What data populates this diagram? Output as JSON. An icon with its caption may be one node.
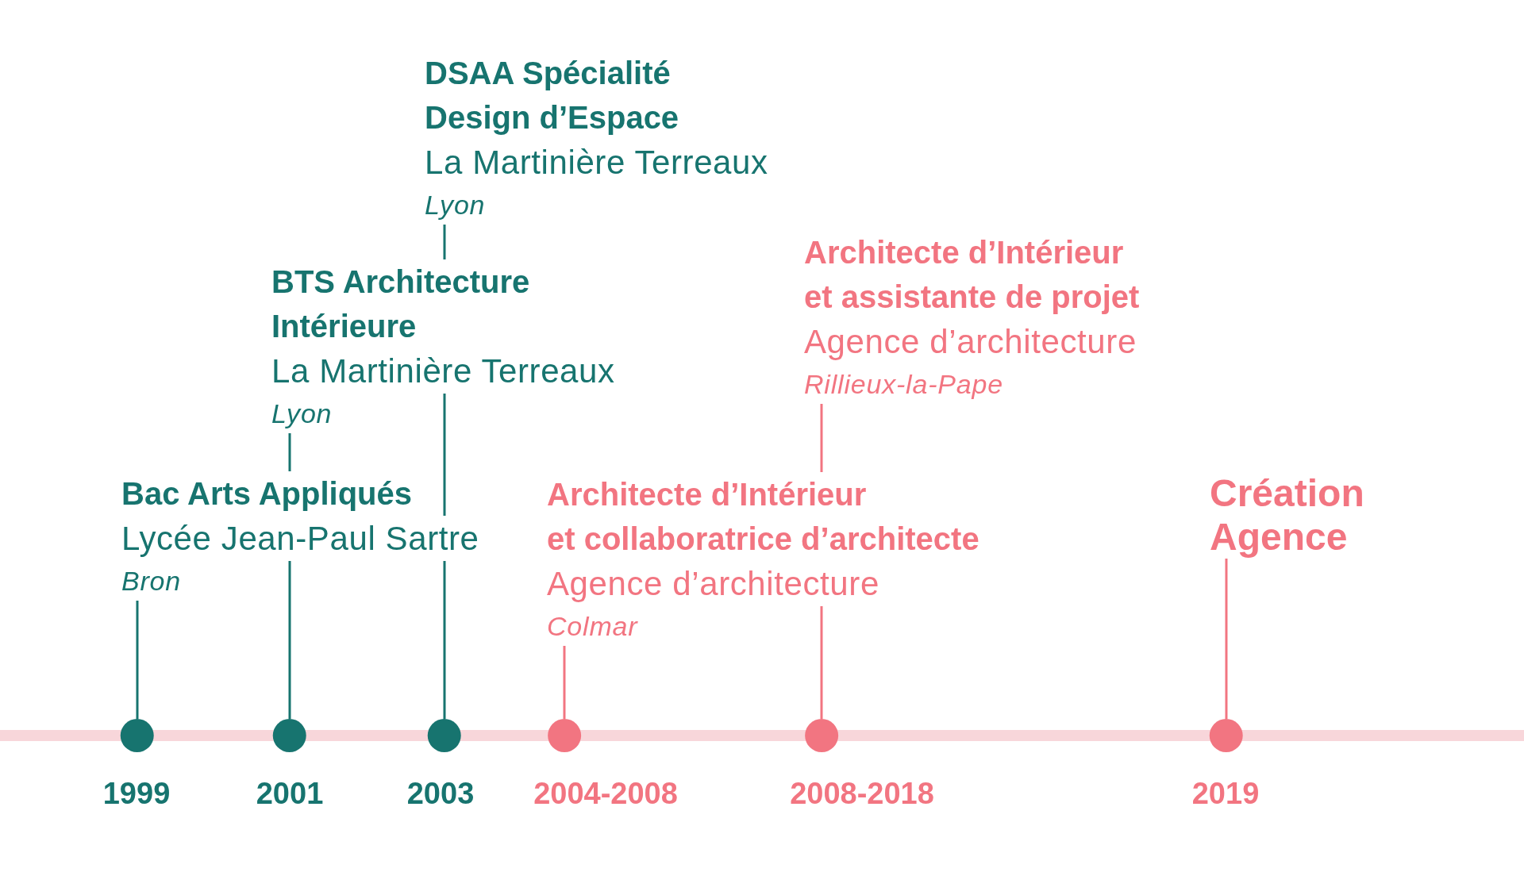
{
  "diagram": {
    "nodes": [
      {
        "text": [
          "Bac Arts Appliqués",
          "Lycée Jean-Paul Sartre",
          "Bron"
        ]
      },
      {
        "text": [
          "BTS Architecture Intérieure",
          "La Martinière Terreaux",
          "Lyon"
        ]
      },
      {
        "text": [
          "DSAA Spécialité Design d’Espace",
          "La Martinière Terreaux",
          "Lyon"
        ]
      },
      {
        "text": [
          "Architecte d’Intérieur et collaboratrice d’architecte",
          "Agence d’architecture",
          "Colmar"
        ]
      },
      {
        "text": [
          "Architecte d’Intérieur et assistante de projet",
          "Agence d’architecture",
          "Rillieux-la-Pape"
        ]
      },
      {
        "text": [
          "Création Agence"
        ]
      },
      {
        "text": [],
        "shape": "circle",
        "beside": [
          "1999"
        ]
      },
      {
        "text": [],
        "shape": "circle",
        "beside": [
          "2001"
        ]
      },
      {
        "text": [],
        "shape": "circle",
        "beside": [
          "2003"
        ]
      },
      {
        "text": [],
        "shape": "circle",
        "beside": [
          "2004-2008"
        ]
      },
      {
        "text": [],
        "shape": "circle",
        "beside": [
          "2008-2018"
        ]
      },
      {
        "text": [],
        "shape": "circle",
        "beside": [
          "2019"
        ]
      }
    ],
    "edges": [
      {
        "from": 0,
        "to": 6,
        "arrow": "none",
        "color": "#17746f"
      },
      {
        "from": 1,
        "to": 7,
        "arrow": "none",
        "color": "#17746f"
      },
      {
        "from": 2,
        "to": 8,
        "arrow": "none",
        "color": "#17746f"
      },
      {
        "from": 3,
        "to": 9,
        "arrow": "none",
        "color": "#f27581"
      },
      {
        "from": 4,
        "to": 10,
        "arrow": "none",
        "color": "#f27581"
      },
      {
        "from": 5,
        "to": 11,
        "arrow": "none",
        "color": "#f27581"
      }
    ]
  }
}
